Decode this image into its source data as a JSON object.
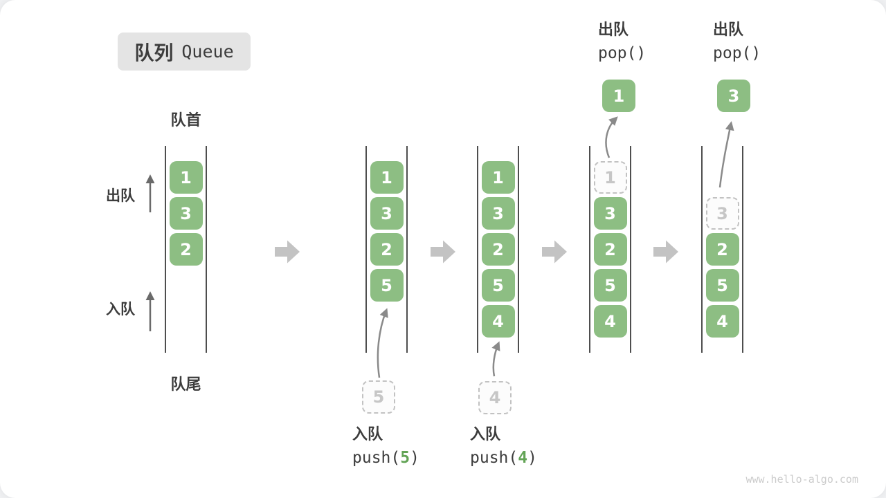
{
  "title": {
    "zh": "队列",
    "en": "Queue"
  },
  "side": {
    "front": "队首",
    "rear": "队尾",
    "dequeue": "出队",
    "enqueue": "入队"
  },
  "operations": {
    "push_state2": {
      "zh": "入队",
      "pre": "push(",
      "arg": "5",
      "suf": ")"
    },
    "push_state3": {
      "zh": "入队",
      "pre": "push(",
      "arg": "4",
      "suf": ")"
    },
    "pop_state4": {
      "zh": "出队",
      "code": "pop()"
    },
    "pop_state5": {
      "zh": "出队",
      "code": "pop()"
    }
  },
  "states": [
    {
      "name": "initial",
      "slots": [
        {
          "row": 0,
          "value": "1",
          "style": "solid"
        },
        {
          "row": 1,
          "value": "3",
          "style": "solid"
        },
        {
          "row": 2,
          "value": "2",
          "style": "solid"
        }
      ]
    },
    {
      "name": "after-push-5",
      "slots": [
        {
          "row": 0,
          "value": "1",
          "style": "solid"
        },
        {
          "row": 1,
          "value": "3",
          "style": "solid"
        },
        {
          "row": 2,
          "value": "2",
          "style": "solid"
        },
        {
          "row": 3,
          "value": "5",
          "style": "solid"
        }
      ],
      "incoming": "5"
    },
    {
      "name": "after-push-4",
      "slots": [
        {
          "row": 0,
          "value": "1",
          "style": "solid"
        },
        {
          "row": 1,
          "value": "3",
          "style": "solid"
        },
        {
          "row": 2,
          "value": "2",
          "style": "solid"
        },
        {
          "row": 3,
          "value": "5",
          "style": "solid"
        },
        {
          "row": 4,
          "value": "4",
          "style": "solid"
        }
      ],
      "incoming": "4"
    },
    {
      "name": "after-pop-1",
      "slots": [
        {
          "row": 0,
          "value": "1",
          "style": "dashed"
        },
        {
          "row": 1,
          "value": "3",
          "style": "solid"
        },
        {
          "row": 2,
          "value": "2",
          "style": "solid"
        },
        {
          "row": 3,
          "value": "5",
          "style": "solid"
        },
        {
          "row": 4,
          "value": "4",
          "style": "solid"
        }
      ],
      "popped": "1"
    },
    {
      "name": "after-pop-3",
      "slots": [
        {
          "row": 1,
          "value": "3",
          "style": "dashed"
        },
        {
          "row": 2,
          "value": "2",
          "style": "solid"
        },
        {
          "row": 3,
          "value": "5",
          "style": "solid"
        },
        {
          "row": 4,
          "value": "4",
          "style": "solid"
        }
      ],
      "popped": "3"
    }
  ],
  "watermark": "www.hello-algo.com",
  "colors": {
    "item_green": "#8dbe83",
    "accent_green": "#63a456",
    "line_gray": "#4e4e4e"
  }
}
